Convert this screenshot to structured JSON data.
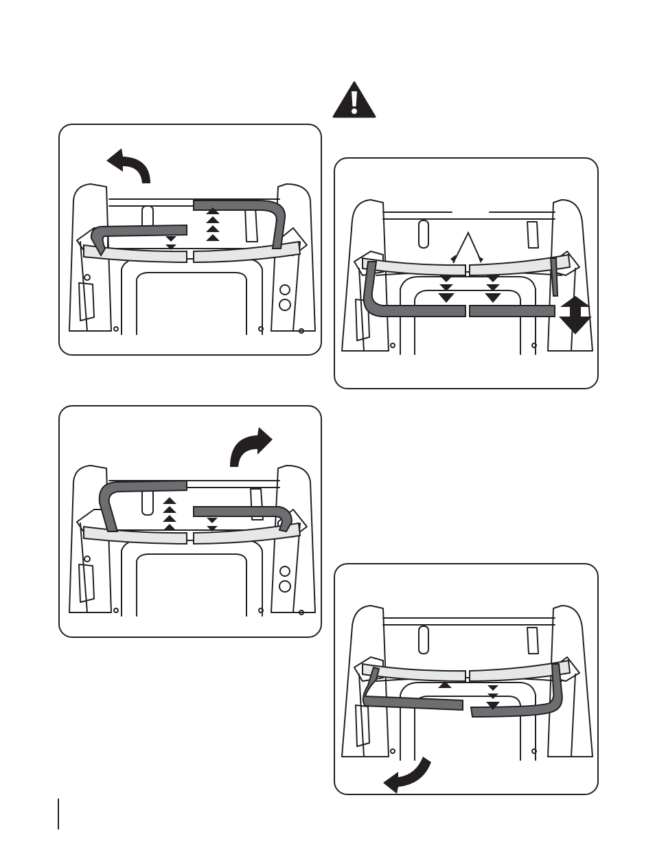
{
  "colors": {
    "ink": "#231f20",
    "handle_dark": "#6d6e71",
    "handle_light": "#e6e7e8",
    "paper": "#ffffff"
  },
  "icons": {
    "warning": "warning-triangle-icon",
    "rotate_arrow": "curved-arrow-icon",
    "adjust_arrow": "up-down-arrow-icon",
    "pointer": "leader-line-arrow-icon"
  },
  "figures": [
    {
      "id": "fig1",
      "description_visible": false
    },
    {
      "id": "fig2",
      "description_visible": false
    },
    {
      "id": "fig3",
      "description_visible": false
    },
    {
      "id": "fig4",
      "description_visible": false
    }
  ]
}
